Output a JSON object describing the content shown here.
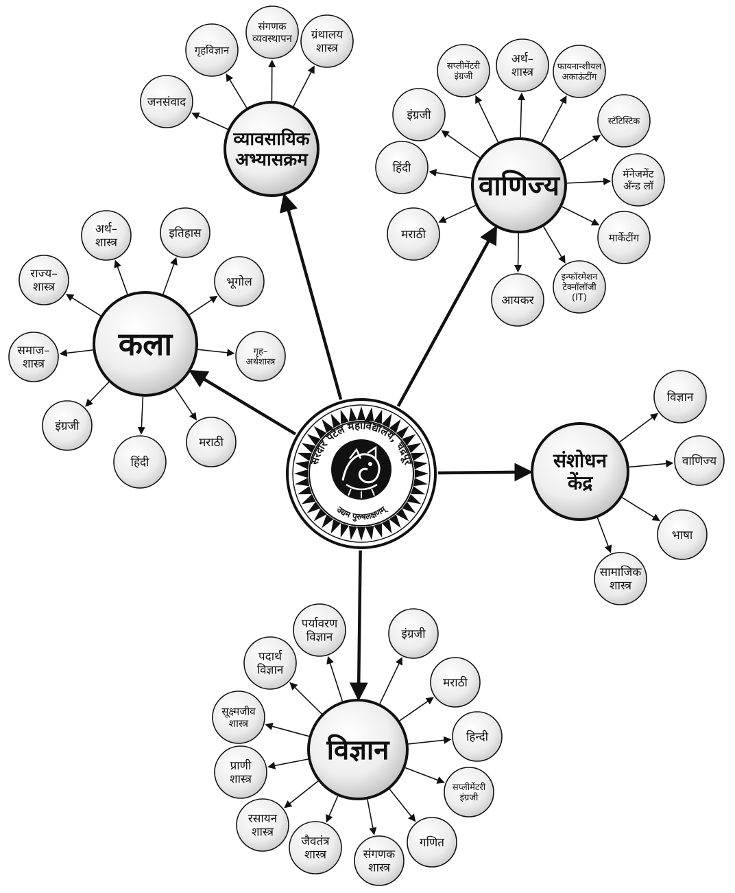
{
  "center": {
    "seal_text_top": "सरदार पटेल महाविद्यालय, चंद्रपूर",
    "seal_text_bottom": "उद्यम पुरुषलक्षणम्",
    "logo_icon": "college-seal-emblem"
  },
  "hubs": [
    {
      "id": "vyavsayik",
      "lines": [
        "व्यावसायिक",
        "अभ्यासक्रम"
      ],
      "children": [
        {
          "lines": [
            "जनसंवाद"
          ]
        },
        {
          "lines": [
            "गृहविज्ञान"
          ]
        },
        {
          "lines": [
            "संगणक",
            "व्यवस्थापन"
          ]
        },
        {
          "lines": [
            "ग्रंथालय",
            "शास्त्र"
          ]
        }
      ]
    },
    {
      "id": "vanijya",
      "lines": [
        "वाणिज्य"
      ],
      "children": [
        {
          "lines": [
            "इंग्रजी"
          ]
        },
        {
          "lines": [
            "सप्लीमेंटरी",
            "इंग्रजी"
          ]
        },
        {
          "lines": [
            "अर्थ–",
            "शास्त्र"
          ]
        },
        {
          "lines": [
            "फायनान्शीयल",
            "अकाऊंटींग"
          ]
        },
        {
          "lines": [
            "स्टॅटिस्टिक"
          ]
        },
        {
          "lines": [
            "मॅनेजमेंट",
            "अँन्ड लॉ"
          ]
        },
        {
          "lines": [
            "मार्केटींग"
          ]
        },
        {
          "lines": [
            "इन्फॉरमेशन",
            "टेक्नॉलॉजी",
            "(IT)"
          ]
        },
        {
          "lines": [
            "आयकर"
          ]
        },
        {
          "lines": [
            "मराठी"
          ]
        },
        {
          "lines": [
            "हिंदी"
          ]
        }
      ]
    },
    {
      "id": "kala",
      "lines": [
        "कला"
      ],
      "children": [
        {
          "lines": [
            "अर्थ–",
            "शास्त्र"
          ]
        },
        {
          "lines": [
            "इतिहास"
          ]
        },
        {
          "lines": [
            "भूगोल"
          ]
        },
        {
          "lines": [
            "गृह–",
            "अर्थशास्त्र"
          ]
        },
        {
          "lines": [
            "मराठी"
          ]
        },
        {
          "lines": [
            "हिंदी"
          ]
        },
        {
          "lines": [
            "इंग्रजी"
          ]
        },
        {
          "lines": [
            "समाज–",
            "शास्त्र"
          ]
        },
        {
          "lines": [
            "राज्य–",
            "शास्त्र"
          ]
        }
      ]
    },
    {
      "id": "sanshodhan",
      "lines": [
        "संशोधन",
        "केंद्र"
      ],
      "children": [
        {
          "lines": [
            "विज्ञान"
          ]
        },
        {
          "lines": [
            "वाणिज्य"
          ]
        },
        {
          "lines": [
            "भाषा"
          ]
        },
        {
          "lines": [
            "सामाजिक",
            "शास्त्र"
          ]
        }
      ]
    },
    {
      "id": "vigyan",
      "lines": [
        "विज्ञान"
      ],
      "children": [
        {
          "lines": [
            "पर्यावरण",
            "विज्ञान"
          ]
        },
        {
          "lines": [
            "इंग्रजी"
          ]
        },
        {
          "lines": [
            "मराठी"
          ]
        },
        {
          "lines": [
            "हिन्दी"
          ]
        },
        {
          "lines": [
            "सप्लीमेंटरी",
            "इंग्रजी"
          ]
        },
        {
          "lines": [
            "गणित"
          ]
        },
        {
          "lines": [
            "संगणक",
            "शास्त्र"
          ]
        },
        {
          "lines": [
            "जैवतंत्र",
            "शास्त्र"
          ]
        },
        {
          "lines": [
            "रसायन",
            "शास्त्र"
          ]
        },
        {
          "lines": [
            "प्राणी",
            "शास्त्र"
          ]
        },
        {
          "lines": [
            "सूक्ष्मजीव",
            "शास्त्र"
          ]
        },
        {
          "lines": [
            "पदार्थ",
            "विज्ञान"
          ]
        }
      ]
    }
  ]
}
